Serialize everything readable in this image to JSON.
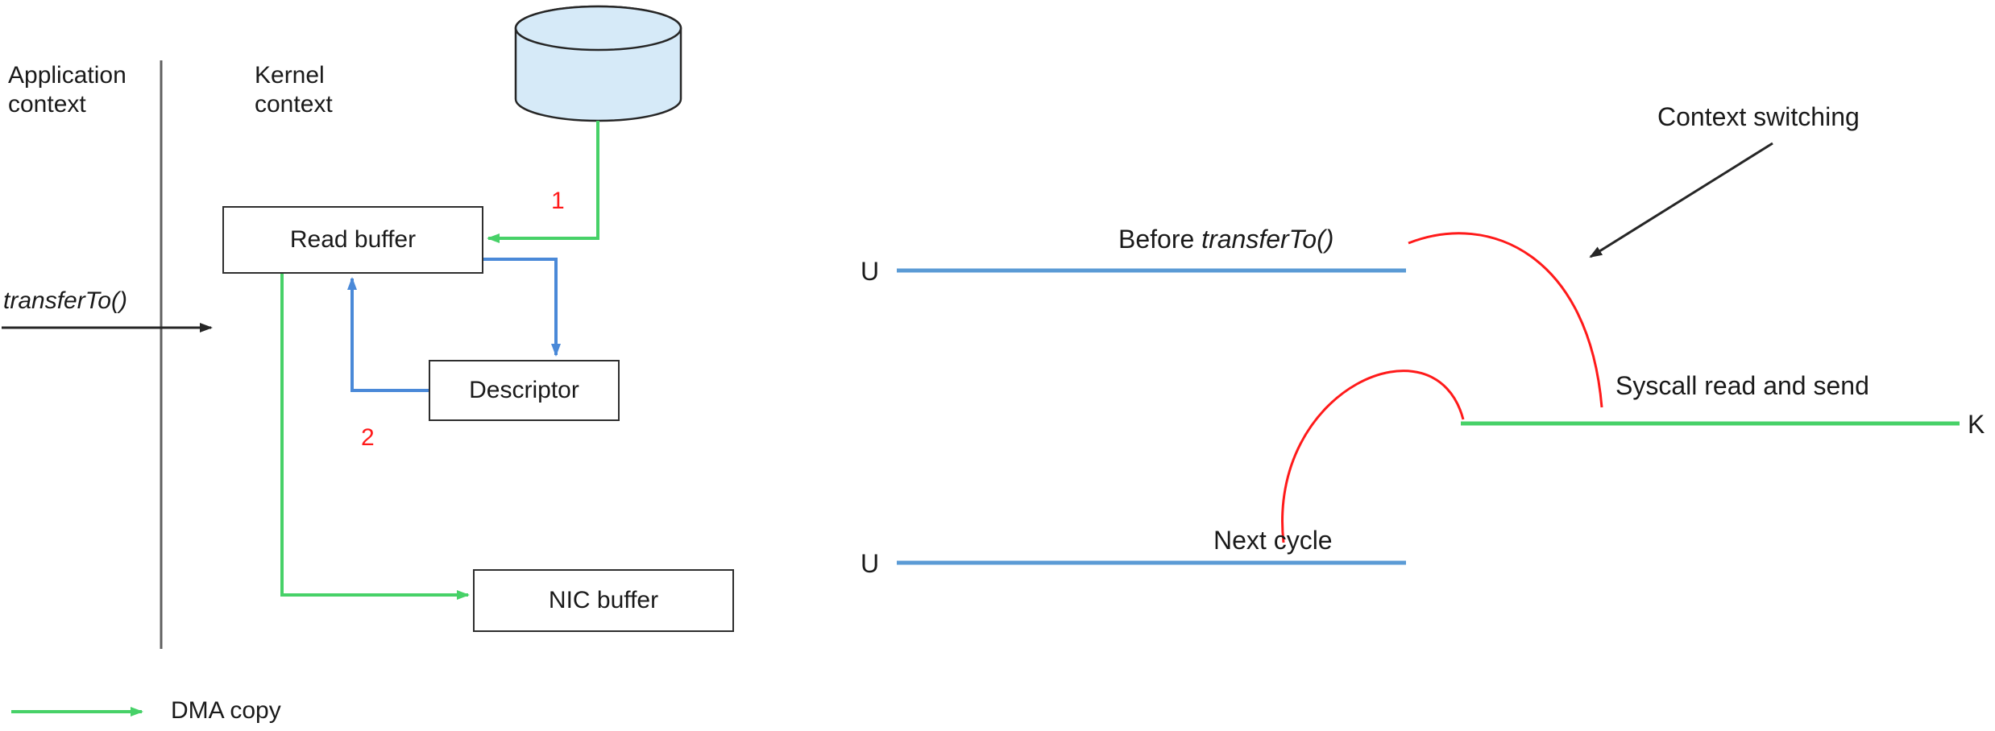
{
  "colors": {
    "blue_line": "#5b9bd5",
    "arrow_blue": "#4a89d8",
    "green_line": "#47d168",
    "red": "#ff1a1a",
    "black_line": "#262626",
    "divider": "#606060",
    "cylinder_fill": "#d6eaf8",
    "box_border": "#2e2e2e",
    "text": "#1a1a1a"
  },
  "icons": {
    "disk": "disk-cylinder-icon",
    "arrows": [
      "dma-green-arrow",
      "descriptor-blue-arrow",
      "black-pointer-arrow"
    ]
  },
  "left_diagram": {
    "application_context_label": "Application\ncontext",
    "kernel_context_label": "Kernel\ncontext",
    "transferto_label": "transferTo()",
    "read_buffer_label": "Read buffer",
    "descriptor_label": "Descriptor",
    "nic_buffer_label": "NIC buffer",
    "step_1": "1",
    "step_2": "2"
  },
  "legend": {
    "dma_copy_label": "DMA copy"
  },
  "right_diagram": {
    "context_switching_label": "Context switching",
    "before_transferto_prefix": "Before ",
    "before_transferto_italic": "transferTo()",
    "syscall_label": "Syscall read and send",
    "next_cycle_label": "Next cycle",
    "user_label_1": "U",
    "kernel_label": "K",
    "user_label_2": "U"
  }
}
